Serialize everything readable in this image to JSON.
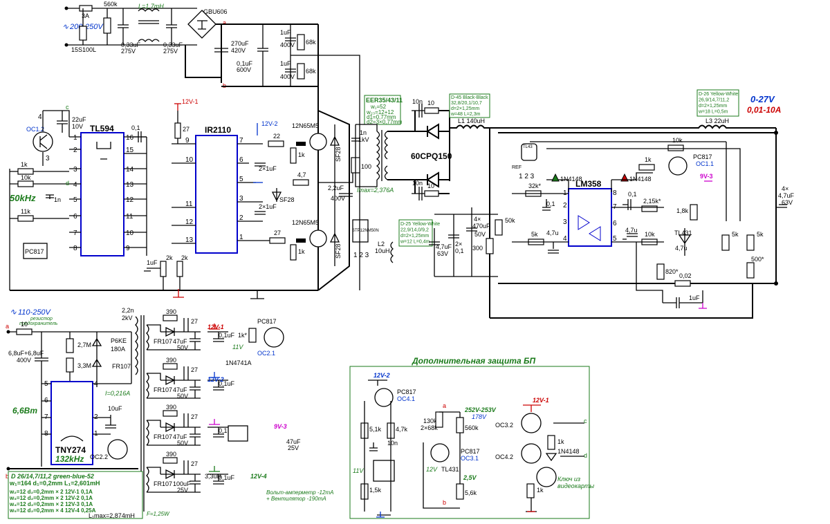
{
  "input": {
    "voltage": "200-250V",
    "fuse": "3A",
    "varistor": "15S100L",
    "r_discharge": "560k",
    "choke": "L=1,7mH",
    "cx1": "0,33uF",
    "cx1v": "275V",
    "cx2": "0,33uF",
    "cx2v": "275V",
    "bridge": "GBU606"
  },
  "bulk": {
    "c1": "270uF",
    "c1v": "420V",
    "c2": "0,1uF",
    "c2v": "600V",
    "c3": "1uF",
    "c3v": "400V",
    "c4": "1uF",
    "c4v": "400V",
    "r1": "68k",
    "r2": "68k",
    "node_a": "a",
    "node_b": "b"
  },
  "controller": {
    "tl594": "TL594",
    "ir2110": "IR2110",
    "freq": "50kHz",
    "oc12": "OC1.2",
    "pc817": "PC817",
    "c22": "22uF",
    "c22v": "10V",
    "c01": "0,1",
    "r1k": "1k",
    "r10k": "10k",
    "r11k": "11k",
    "c1n": "1n",
    "r27": "27",
    "r22": "22",
    "r27b": "27",
    "r47": "4,7",
    "r1ka": "1k",
    "r1kb": "1k",
    "c2x1a": "2×1uF",
    "c2x1b": "2×1uF",
    "sf28": "SF28",
    "c1uf": "1uF",
    "r2ka": "2k",
    "r2kb": "2k",
    "node_c": "c",
    "node_d": "d",
    "mosfet1": "12N65M5",
    "mosfet2": "12N65M5",
    "sf28a": "SF28",
    "sf28b": "SF28",
    "rail_12v1": "12V-1",
    "rail_12v2": "12V-2",
    "pins_tl_left": [
      "1",
      "2",
      "3",
      "4",
      "5",
      "6",
      "7",
      "8"
    ],
    "pins_tl_right": [
      "16",
      "15",
      "14",
      "13",
      "12",
      "11",
      "10",
      "9"
    ],
    "pins_ir_left": [
      "9",
      "10",
      "11",
      "12",
      "13"
    ],
    "pins_ir_right": [
      "7",
      "6",
      "5",
      "3",
      "2",
      "1"
    ]
  },
  "transformer": {
    "core": "EER35/43/11",
    "w1": "w₁=52",
    "w23": "w₂₃=12+12",
    "d1": "d1=0,77mm",
    "d2": "d2=3×0,77mm",
    "c1n": "1n",
    "c1nv": "1kV",
    "r100": "100",
    "c22": "2,2uF",
    "c22v": "400V",
    "imax": "Imax=2,376A",
    "stp": "STP12NM50N",
    "pins": "1 2 3"
  },
  "output": {
    "diode": "60CPQ150",
    "c10n": "10n",
    "r10a": "10",
    "r10b": "10",
    "c10nb": "10n",
    "l1": "L1 140uH",
    "l1box": [
      "D-45 Black-Black",
      "32,8/20,1/10,7",
      "d=2×1,25mm",
      "w=48   L=2,3m"
    ],
    "l2": "L2",
    "l2v": "10uH",
    "l2box": [
      "D-25 Yellow-White",
      "22,9/14,0/9,2",
      "d=2×1,25mm",
      "w=12 L=0,4m"
    ],
    "c47": "4,7uF",
    "c47v": "63V",
    "c2x": "2×",
    "c01": "0,1",
    "c470": "4×\n470uF",
    "c470v": "50V",
    "r300": "300",
    "l3": "L3  22uH",
    "l3box": [
      "D-26 Yellow-White",
      "26,9/14,7/11,2",
      "d=2×1,25mm",
      "w=18   L=0,5m"
    ],
    "vout": "0-27V",
    "iout": "0,01-10A",
    "lm358": "LM358",
    "d1n": "1N4148",
    "d1n2": "1N4148",
    "r32k": "32k*",
    "r50k": "50k",
    "r5k": "5k",
    "c47u": "4,7u",
    "r1k": "1k",
    "r10k": "10k",
    "r215k": "2,15k*",
    "r18k": "1,8k",
    "r10ka": "10k",
    "tl431": "TL431",
    "c47ub": "4,7u",
    "r5ka": "5k",
    "r5kb": "5k",
    "r500": "500*",
    "r820": "820*",
    "r002": "0,02",
    "c1u": "1uF",
    "c4x": "4×\n4,7uF\n63V",
    "pc817": "PC817",
    "oc11": "OC1.1",
    "rail9v3": "9V-3",
    "tl43": "TL43",
    "ref": "REF",
    "pins": "1 2 3"
  },
  "standby": {
    "vin": "110-250V",
    "note1": "резистор",
    "note2": "предохранитель",
    "r10": "10",
    "cin": "6,8uF+6,8uF",
    "cinv": "400V",
    "r27m": "2,7M",
    "r33m": "3,3M",
    "p6ke": "P6KE",
    "p6kev": "180A",
    "fr107": "FR107",
    "tny": "TNY274",
    "freq": "132kHz",
    "power": "6,6Вт",
    "c10u": "10uF",
    "oc22": "OC2.2",
    "c22n": "2,2n",
    "c22nv": "2kV",
    "lbox": "D 26/14,7/11,2 green-blue-52",
    "l1": "w₁=164  d₁=0,2mm  L₁=2,601mH",
    "windings": [
      "w₂=12  d₂=0,2mm × 2  12V-1  0,1A",
      "w₃=12  d₂=0,2mm × 2  12V-2  0,1A",
      "w₄=12  d₂=0,2mm × 2  12V-3  0,1A",
      "w₅=12  d₂=0,2mm × 4  12V-4  0,25A"
    ],
    "lmax": "L₁max=2,874mH",
    "imax": "I=0,216A",
    "f": "F=1,25W",
    "node_a": "a",
    "node_b": "b",
    "r390": "390",
    "c27": "27",
    "c47": "47uF",
    "c47v": "50V",
    "c01": "0,1uF",
    "c01b": "0,1",
    "c100": "100uF",
    "c100v": "25V",
    "l33": "3,3uH",
    "c47b": "47uF",
    "c47bv": "25V",
    "zener": "1N4741A",
    "zener_v": "11V",
    "oc21": "OC2.1",
    "r1k": "1k*",
    "vm": "Вольт-амперметр -12mA",
    "fan": "+ Вентилятор   -190mA",
    "rail1": "12V-1",
    "rail2": "12V-2",
    "rail3": "9V-3",
    "rail4": "12V-4"
  },
  "protection": {
    "title": "Дополнительная защита БП",
    "rail2": "12V-2",
    "pc817a": "PC817",
    "oc41": "OC4.1",
    "r51k": "5,1k",
    "r47k": "4,7k",
    "c10n": "10n",
    "v11": "11V",
    "r15k": "1,5k",
    "r130k": "130k",
    "r2x68": "2×68k",
    "v252": "252V-253V",
    "v178": "178V",
    "r560": "560k",
    "pc817b": "PC817",
    "oc31": "OC3.1",
    "v12": "12V",
    "tl431": "TL431",
    "v25": "2,5V",
    "r56k": "5,6k",
    "node_a": "a",
    "node_b": "b",
    "rail1": "12V-1",
    "oc32": "OC3.2",
    "oc42": "OC4.2",
    "r1k": "1k",
    "d1n": "1N4148",
    "r1kb": "1k",
    "node_c": "c",
    "node_d": "d",
    "key1": "Ключ из",
    "key2": "видеокарты"
  }
}
